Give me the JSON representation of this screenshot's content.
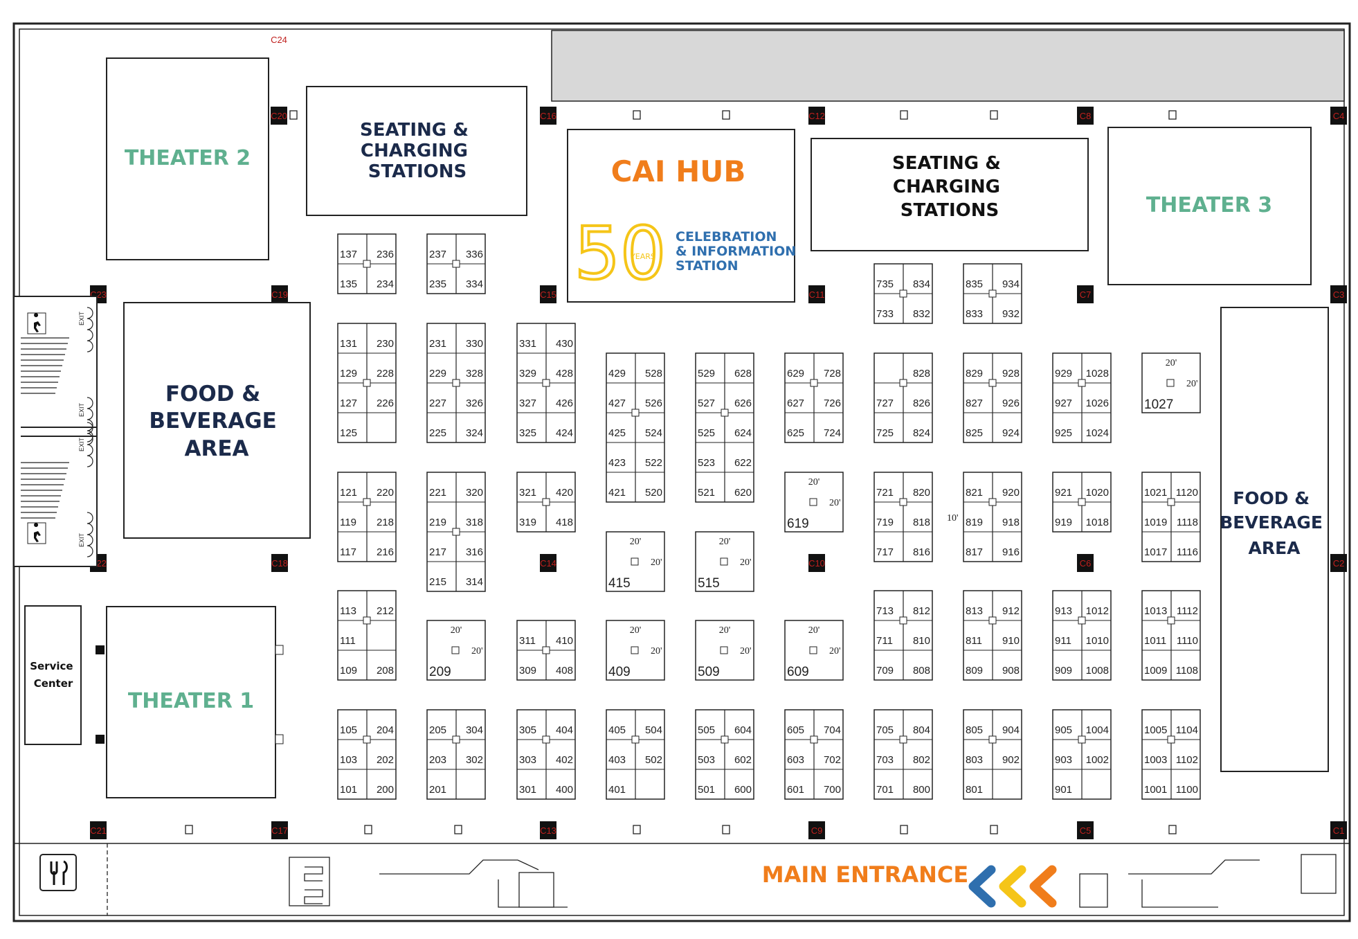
{
  "map": {
    "areas": {
      "theater1": "THEATER 1",
      "theater2": "THEATER 2",
      "theater3": "THEATER 3",
      "seating_a": [
        "SEATING &",
        "CHARGING",
        "STATIONS"
      ],
      "seating_b": [
        "SEATING &",
        "CHARGING",
        "STATIONS"
      ],
      "food_left": [
        "FOOD &",
        "BEVERAGE",
        "AREA"
      ],
      "food_right": [
        "FOOD &",
        "BEVERAGE",
        "AREA"
      ],
      "cai_hub": "CAI HUB",
      "anniversary_number": "50",
      "anniversary_years": "YEARS",
      "celebration": [
        "CELEBRATION",
        "& INFORMATION",
        "STATION"
      ],
      "service_center": [
        "Service",
        "Center"
      ],
      "main_entrance": "MAIN ENTRANCE",
      "exit_label": "EXIT"
    },
    "colors": {
      "navy": "#1b2a4a",
      "teal": "#5fb08f",
      "orange": "#f07d1b",
      "blue": "#2f6fae",
      "gold": "#f5c518",
      "pillar_red": "#c0201e",
      "band_grey": "#d8d8d8"
    },
    "icons": {
      "restaurant": "fork-knife-icon",
      "entrance_arrows": "chevron-left-icon"
    },
    "pillars": [
      "C24",
      "C20",
      "C16",
      "C12",
      "C8",
      "C4",
      "C23",
      "C19",
      "C15",
      "C11",
      "C7",
      "C3",
      "C22",
      "C18",
      "C14",
      "C10",
      "C6",
      "C2",
      "C21",
      "C17",
      "C13",
      "C9",
      "C5",
      "C1"
    ],
    "blocks": [
      {
        "id": "b-137",
        "labels": [
          "137",
          "236",
          "135",
          "234"
        ]
      },
      {
        "id": "b-237",
        "labels": [
          "237",
          "336",
          "235",
          "334"
        ]
      },
      {
        "id": "b-735",
        "labels": [
          "735",
          "834",
          "733",
          "832"
        ]
      },
      {
        "id": "b-835",
        "labels": [
          "835",
          "934",
          "833",
          "932"
        ]
      },
      {
        "id": "b-131",
        "labels": [
          "131",
          "230",
          "129",
          "228",
          "127",
          "226",
          "125",
          ""
        ]
      },
      {
        "id": "b-231",
        "labels": [
          "231",
          "330",
          "229",
          "328",
          "227",
          "326",
          "225",
          "324"
        ]
      },
      {
        "id": "b-331",
        "labels": [
          "331",
          "430",
          "329",
          "428",
          "327",
          "426",
          "325",
          "424"
        ]
      },
      {
        "id": "b-429",
        "labels": [
          "429",
          "528",
          "427",
          "526",
          "425",
          "524",
          "423",
          "522",
          "421",
          "520"
        ]
      },
      {
        "id": "b-529",
        "labels": [
          "529",
          "628",
          "527",
          "626",
          "525",
          "624",
          "523",
          "622",
          "521",
          "620"
        ]
      },
      {
        "id": "b-629",
        "labels": [
          "629",
          "728",
          "627",
          "726",
          "625",
          "724"
        ]
      },
      {
        "id": "b-727",
        "labels": [
          "",
          "828",
          "727",
          "826",
          "725",
          "824"
        ]
      },
      {
        "id": "b-829",
        "labels": [
          "829",
          "928",
          "827",
          "926",
          "825",
          "924"
        ]
      },
      {
        "id": "b-929",
        "labels": [
          "929",
          "1028",
          "927",
          "1026",
          "925",
          "1024"
        ]
      },
      {
        "id": "b-121",
        "labels": [
          "121",
          "220",
          "119",
          "218",
          "117",
          "216"
        ]
      },
      {
        "id": "b-221",
        "labels": [
          "221",
          "320",
          "219",
          "318",
          "217",
          "316",
          "215",
          "314"
        ]
      },
      {
        "id": "b-321",
        "labels": [
          "321",
          "420",
          "319",
          "418"
        ]
      },
      {
        "id": "b-721",
        "labels": [
          "721",
          "820",
          "719",
          "818",
          "717",
          "816"
        ]
      },
      {
        "id": "b-821",
        "labels": [
          "821",
          "920",
          "819",
          "918",
          "817",
          "916"
        ]
      },
      {
        "id": "b-921",
        "labels": [
          "921",
          "1020",
          "919",
          "1018"
        ]
      },
      {
        "id": "b-1021",
        "labels": [
          "1021",
          "1120",
          "1019",
          "1118",
          "1017",
          "1116"
        ]
      },
      {
        "id": "b-113",
        "labels": [
          "113",
          "212",
          "111",
          "",
          "109",
          "208"
        ]
      },
      {
        "id": "b-311",
        "labels": [
          "311",
          "410",
          "309",
          "408"
        ]
      },
      {
        "id": "b-713",
        "labels": [
          "713",
          "812",
          "711",
          "810",
          "709",
          "808"
        ]
      },
      {
        "id": "b-813",
        "labels": [
          "813",
          "912",
          "811",
          "910",
          "809",
          "908"
        ]
      },
      {
        "id": "b-913",
        "labels": [
          "913",
          "1012",
          "911",
          "1010",
          "909",
          "1008"
        ]
      },
      {
        "id": "b-1013",
        "labels": [
          "1013",
          "1112",
          "1011",
          "1110",
          "1009",
          "1108"
        ]
      },
      {
        "id": "b-105",
        "labels": [
          "105",
          "204",
          "103",
          "202",
          "101",
          "200"
        ]
      },
      {
        "id": "b-205",
        "labels": [
          "205",
          "304",
          "203",
          "302",
          "201",
          ""
        ]
      },
      {
        "id": "b-305",
        "labels": [
          "305",
          "404",
          "303",
          "402",
          "301",
          "400"
        ]
      },
      {
        "id": "b-405",
        "labels": [
          "405",
          "504",
          "403",
          "502",
          "401",
          ""
        ]
      },
      {
        "id": "b-505",
        "labels": [
          "505",
          "604",
          "503",
          "602",
          "501",
          "600"
        ]
      },
      {
        "id": "b-605",
        "labels": [
          "605",
          "704",
          "603",
          "702",
          "601",
          "700"
        ]
      },
      {
        "id": "b-705",
        "labels": [
          "705",
          "804",
          "703",
          "802",
          "701",
          "800"
        ]
      },
      {
        "id": "b-805",
        "labels": [
          "805",
          "904",
          "803",
          "902",
          "801",
          ""
        ]
      },
      {
        "id": "b-905",
        "labels": [
          "905",
          "1004",
          "903",
          "1002",
          "901",
          ""
        ]
      },
      {
        "id": "b-1005",
        "labels": [
          "1005",
          "1104",
          "1003",
          "1102",
          "1001",
          "1100"
        ]
      }
    ],
    "singles": [
      {
        "id": "s-1027",
        "label": "1027",
        "dim_top": "20'",
        "dim_side": "20'"
      },
      {
        "id": "s-619",
        "label": "619",
        "dim_top": "20'",
        "dim_side": "20'"
      },
      {
        "id": "s-415",
        "label": "415",
        "dim_top": "20'",
        "dim_side": "20'"
      },
      {
        "id": "s-515",
        "label": "515",
        "dim_top": "20'",
        "dim_side": "20'"
      },
      {
        "id": "s-209",
        "label": "209",
        "dim_top": "20'",
        "dim_side": "20'"
      },
      {
        "id": "s-409",
        "label": "409",
        "dim_top": "20'",
        "dim_side": "20'"
      },
      {
        "id": "s-509",
        "label": "509",
        "dim_top": "20'",
        "dim_side": "20'"
      },
      {
        "id": "s-609",
        "label": "609",
        "dim_top": "20'",
        "dim_side": "20'"
      }
    ],
    "small_dims": [
      "20'",
      "20'",
      "10'",
      "20'",
      "20'",
      "20'",
      "20'",
      "20'"
    ]
  }
}
